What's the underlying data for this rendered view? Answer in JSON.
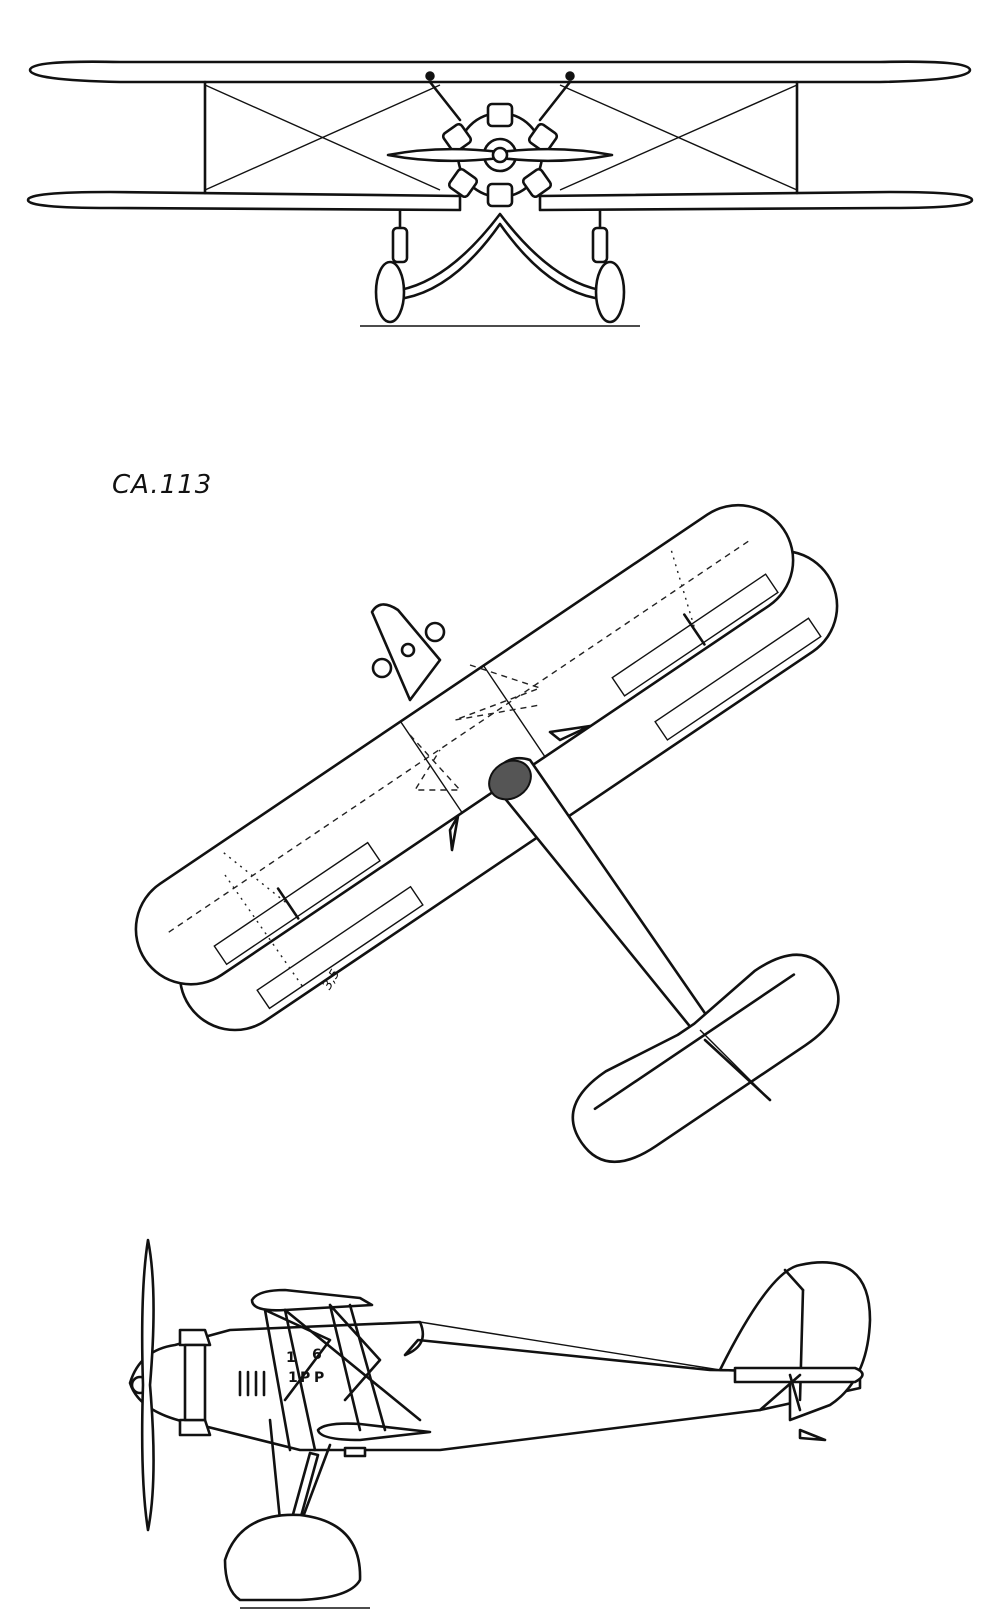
{
  "designation": "CA.113",
  "dimension_annotation": "3,5",
  "fuselage_markings": [
    "1",
    "6",
    "1",
    "P",
    "P"
  ],
  "colors": {
    "ink": "#111111",
    "paper": "#ffffff"
  },
  "views": [
    "front-view",
    "top-view",
    "side-view"
  ]
}
